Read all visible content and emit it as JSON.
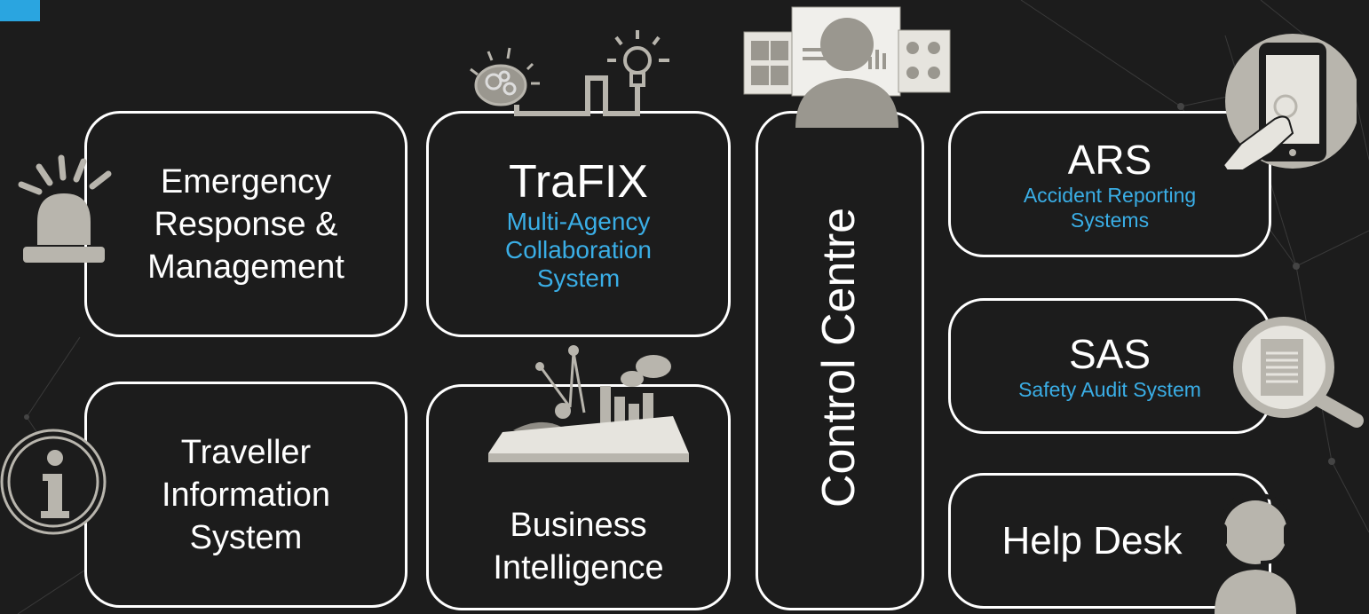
{
  "modules": {
    "emergency": {
      "line1": "Emergency",
      "line2": "Response &",
      "line3": "Management"
    },
    "trafix": {
      "title": "TraFIX",
      "sub1": "Multi-Agency",
      "sub2": "Collaboration",
      "sub3": "System"
    },
    "traveller": {
      "line1": "Traveller",
      "line2": "Information",
      "line3": "System"
    },
    "bi": {
      "line1": "Business",
      "line2": "Intelligence"
    },
    "control": {
      "title": "Control Centre"
    },
    "ars": {
      "title": "ARS",
      "sub1": "Accident Reporting",
      "sub2": "Systems"
    },
    "sas": {
      "title": "SAS",
      "sub1": "Safety Audit System"
    },
    "helpdesk": {
      "title": "Help Desk"
    }
  },
  "colors": {
    "background": "#1c1c1c",
    "accent": "#3aaee6",
    "icon": "#b8b5ad",
    "border": "#ffffff"
  },
  "icons": [
    "alarm-siren-icon",
    "brain-lightbulb-icon",
    "info-icon",
    "analytics-tablet-icon",
    "control-center-operator-icon",
    "smartphone-touch-icon",
    "magnifier-clipboard-icon",
    "headset-agent-icon"
  ]
}
